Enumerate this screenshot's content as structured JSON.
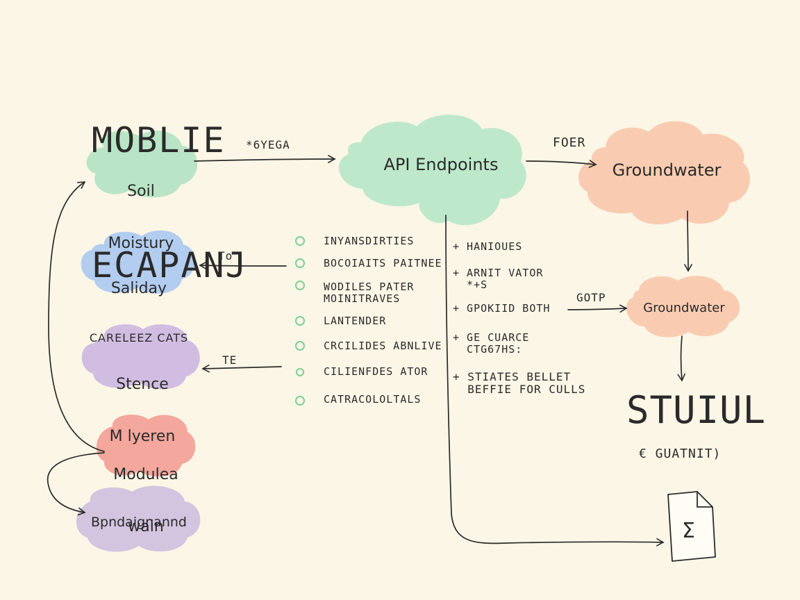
{
  "title": {
    "line1": "MOBLIE",
    "line2": "ECAPANJ"
  },
  "nodes": {
    "soil": {
      "line1": "Soil",
      "line2": "Moistury",
      "color": "#b9e5c6"
    },
    "api": {
      "label": "API Endpoints",
      "color": "#bde9ca"
    },
    "groundwater_top": {
      "label": "Groundwater",
      "color": "#f9ccb1"
    },
    "saliday": {
      "line1": "Saliday",
      "line2": "CARELEEZ CATS",
      "color": "#b2cdef"
    },
    "stence": {
      "line1": "Stence",
      "line2": "M lyeren",
      "color": "#d2bde2"
    },
    "modulea": {
      "line1": "Modulea",
      "line2": "wain",
      "color": "#f4a79c"
    },
    "bpndaignannd": {
      "label": "Bpndaignannd",
      "color": "#d3c4df"
    },
    "groundwater_mid": {
      "label": "Groundwater",
      "color": "#f9ccb1"
    }
  },
  "edge_labels": {
    "soil_to_api": "*6YEGA",
    "api_to_groundwater": "FOER",
    "list_to_saliday": "To",
    "list_to_stence": "TE",
    "notes_to_groundwater": "GOTP"
  },
  "left_list": [
    "INYANSDIRTIES",
    "BOCOIAITS PAITNEE",
    "WODILES PATER\nMOINITRAVES",
    "LANTENDER",
    "CRCILIDES ABNLIVE",
    "CILIENFDES ATOR",
    "CATRACOLOLTALS"
  ],
  "right_notes": [
    "+ HANIOUES",
    "+ ARNIT VATOR\n  *+S",
    "+ GPOKIID BOTH",
    "+ GE CUARCE\n  CTG67HS:",
    "+ STIATES BELLET\n  BEFFIE FOR CULLS"
  ],
  "output": {
    "title": "STUIUL",
    "subtitle": "€ GUATNIT)",
    "doc_symbol": "Σ"
  },
  "colors": {
    "background": "#fbf6e6",
    "ink": "#2a2a2a",
    "bullet": "#7fcf96"
  }
}
